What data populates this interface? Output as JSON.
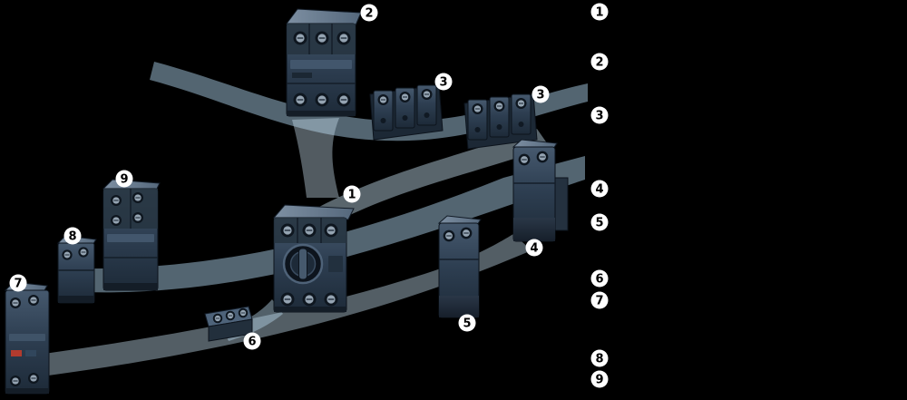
{
  "diagram": {
    "kind": "product-family-exploded-diagram",
    "subject": "motor starter protector with mountable accessories",
    "background": "#000000"
  },
  "colors": {
    "background": "#000000",
    "component_body": "#2e3f52",
    "component_dark": "#1d2a38",
    "component_light": "#55687c",
    "ribbon_blue": "#a6c9e2",
    "ribbon_light": "#c6dff0",
    "callout_bg": "#ffffff",
    "callout_text": "#000000",
    "red_accent": "#b23b2e"
  },
  "callouts": [
    {
      "id": "callout-2-top",
      "label": "2",
      "component": "motor-starter-protector-variant"
    },
    {
      "id": "callout-3-left",
      "label": "3",
      "component": "three-pole-infeed-block-left"
    },
    {
      "id": "callout-3-right",
      "label": "3",
      "component": "three-pole-infeed-block-right"
    },
    {
      "id": "callout-1-main",
      "label": "1",
      "component": "motor-starter-protector-rotary-knob"
    },
    {
      "id": "callout-9",
      "label": "9",
      "component": "side-accessory-9"
    },
    {
      "id": "callout-8",
      "label": "8",
      "component": "side-accessory-8"
    },
    {
      "id": "callout-7",
      "label": "7",
      "component": "side-accessory-7"
    },
    {
      "id": "callout-4",
      "label": "4",
      "component": "side-accessory-4"
    },
    {
      "id": "callout-5",
      "label": "5",
      "component": "side-accessory-5"
    },
    {
      "id": "callout-6",
      "label": "6",
      "component": "terminal-block-6"
    }
  ],
  "legend": {
    "items": [
      {
        "label": "1"
      },
      {
        "label": "2"
      },
      {
        "label": "3"
      },
      {
        "label": "4"
      },
      {
        "label": "5"
      },
      {
        "label": "6"
      },
      {
        "label": "7"
      },
      {
        "label": "8"
      },
      {
        "label": "9"
      }
    ]
  }
}
